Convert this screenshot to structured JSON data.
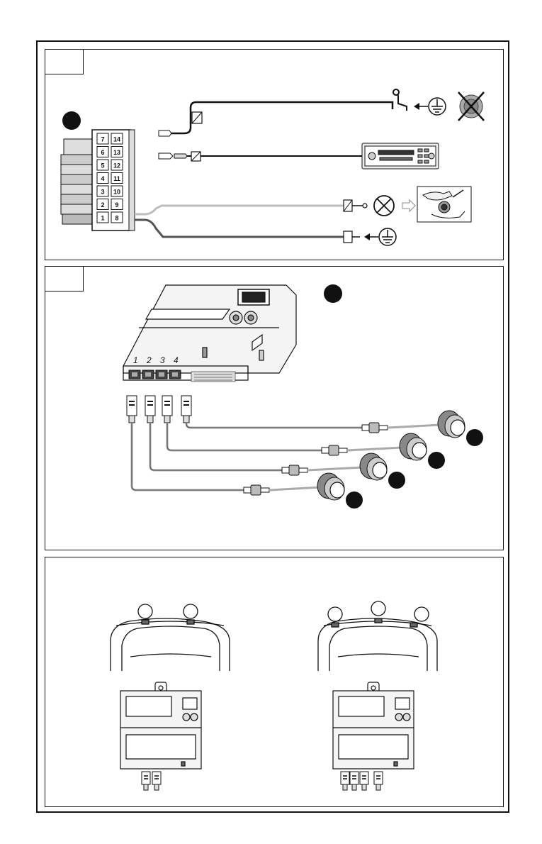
{
  "connector": {
    "pins_top": [
      "7",
      "14"
    ],
    "pins": [
      [
        "7",
        "14"
      ],
      [
        "6",
        "13"
      ],
      [
        "5",
        "12"
      ],
      [
        "4",
        "11"
      ],
      [
        "3",
        "10"
      ],
      [
        "2",
        "9"
      ],
      [
        "1",
        "8"
      ]
    ]
  },
  "control_unit": {
    "port_labels": [
      "1",
      "2",
      "3",
      "4"
    ]
  },
  "icons": {
    "ground": "ground-symbol-icon",
    "lamp": "lamp-icon",
    "radio": "car-radio-icon",
    "towbar": "tow-hook-icon",
    "crossed": "crossed-out-icon"
  },
  "colors": {
    "line": "#111111",
    "wire_gray": "#bdbdbd",
    "wire_dark": "#555555"
  }
}
